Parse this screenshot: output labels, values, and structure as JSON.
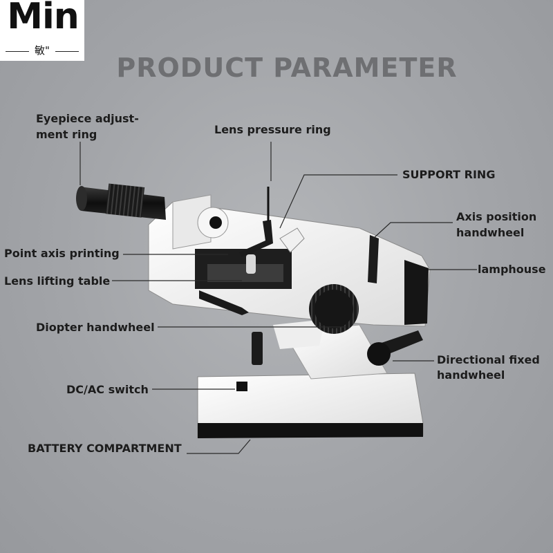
{
  "logo": {
    "word": "Min",
    "sub": "敏\""
  },
  "title": "PRODUCT PARAMETER",
  "labels": {
    "eyepiece_line1": "Eyepiece adjust-",
    "eyepiece_line2": "ment ring",
    "lens_pressure_ring": "Lens pressure ring",
    "support_ring": "SUPPORT RING",
    "axis_position_line1": "Axis position",
    "axis_position_line2": "handwheel",
    "point_axis_printing": "Point axis printing",
    "lamphouse": "lamphouse",
    "lens_lifting_table": "Lens lifting table",
    "diopter_handwheel": "Diopter handwheel",
    "directional_line1": "Directional fixed",
    "directional_line2": "handwheel",
    "dc_ac_switch": "DC/AC switch",
    "battery_compartment": "BATTERY COMPARTMENT"
  },
  "colors": {
    "background": "#a2a4a8",
    "body": "#f4f4f4",
    "dark": "#161616",
    "line": "#2a2a2a"
  }
}
